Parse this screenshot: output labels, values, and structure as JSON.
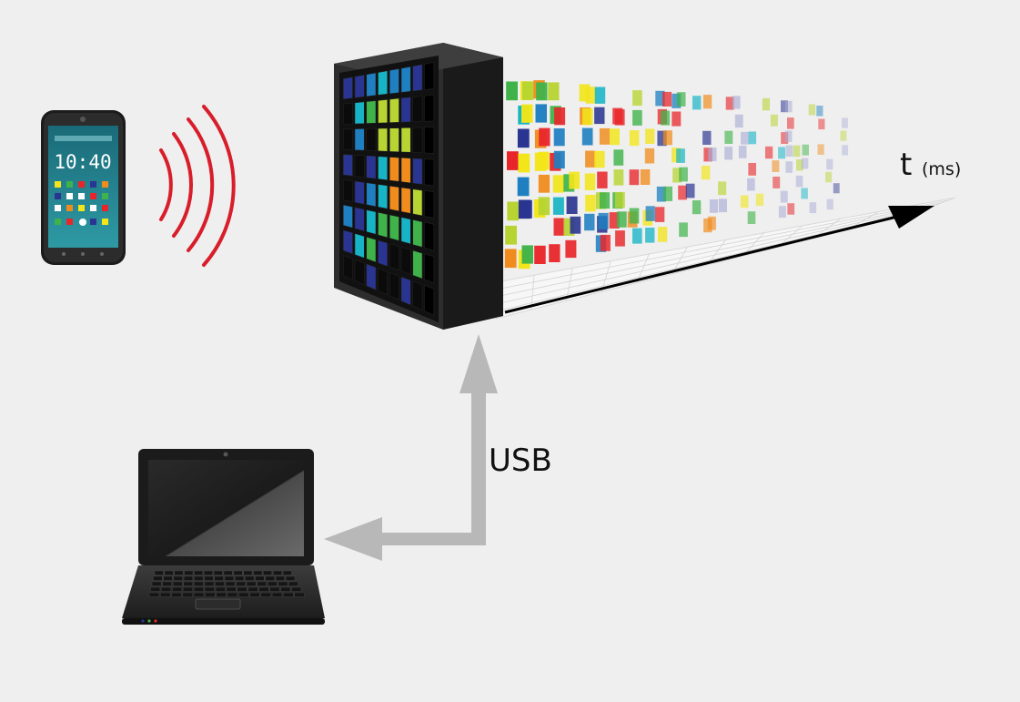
{
  "diagram": {
    "phone": {
      "clock": "10:40"
    },
    "time_axis": {
      "symbol": "t",
      "unit": "(ms)"
    },
    "connection": {
      "label": "USB"
    }
  },
  "colors": {
    "background": "#efefef",
    "signal_waves": "#d81e2a",
    "usb_arrow": "#b8b8b8",
    "time_arrow": "#000000",
    "pixel_palette": [
      "#2a3591",
      "#1e7fc1",
      "#17b4c6",
      "#3fb34a",
      "#b7d432",
      "#f2e51a",
      "#f08c1e",
      "#e8262a",
      "#e9e9e9"
    ]
  },
  "icons": [
    "smartphone-icon",
    "wireless-signal-icon",
    "led-matrix-device-icon",
    "laptop-icon",
    "usb-arrow-icon",
    "time-arrow-icon"
  ]
}
